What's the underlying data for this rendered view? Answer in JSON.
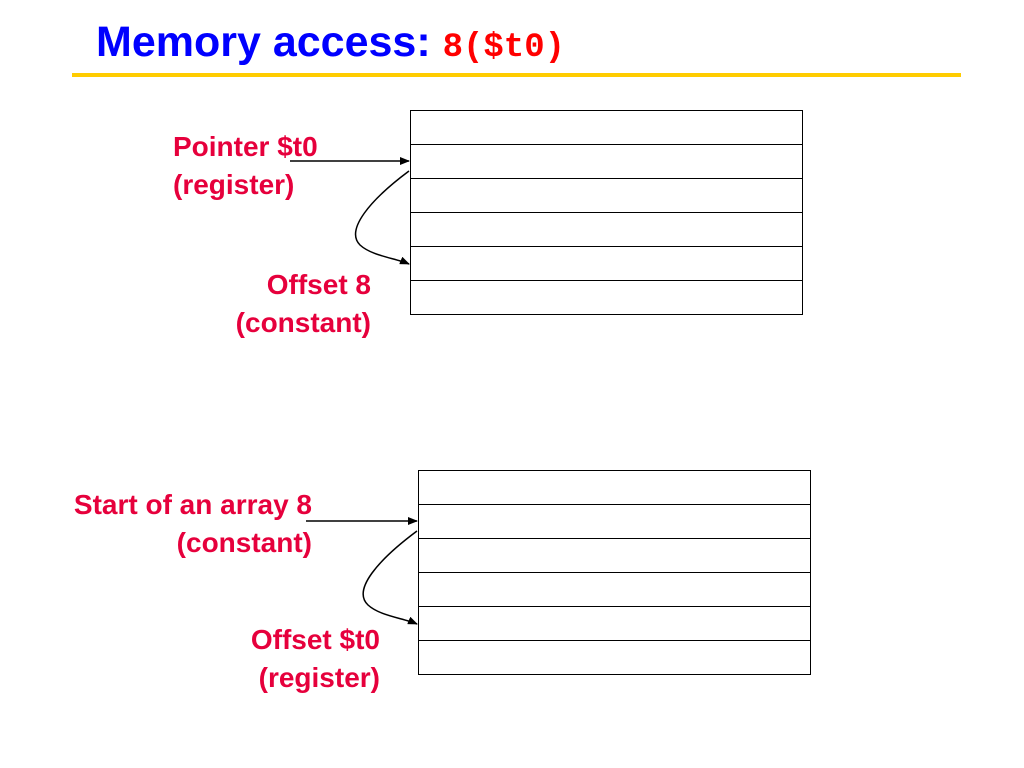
{
  "title": {
    "text": "Memory access:",
    "code": "8($t0)"
  },
  "colors": {
    "title": "#0000ff",
    "code": "#ff0000",
    "label": "#e6003c",
    "rule": "#ffcc00",
    "line": "#000000"
  },
  "diagram1": {
    "pointer_label": {
      "line1": "Pointer $t0",
      "line2": "(register)"
    },
    "offset_label": {
      "line1": "Offset 8",
      "line2": "(constant)"
    },
    "cell_count": 6
  },
  "diagram2": {
    "pointer_label": {
      "line1": "Start of an array 8",
      "line2": "(constant)"
    },
    "offset_label": {
      "line1": "Offset $t0",
      "line2": "(register)"
    },
    "cell_count": 6
  }
}
